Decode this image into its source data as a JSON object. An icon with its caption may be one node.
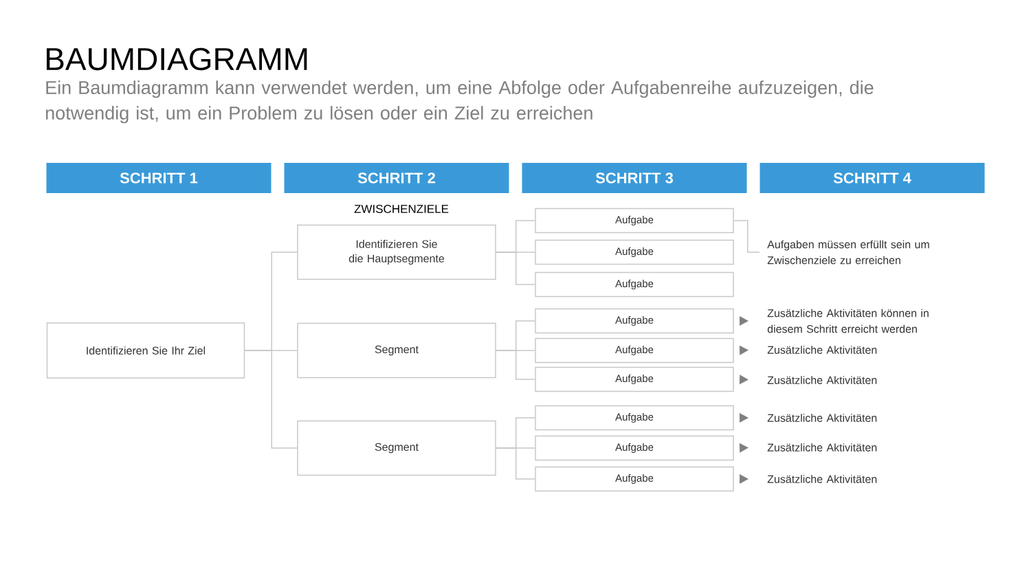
{
  "diagram": {
    "title": "BAUMDIAGRAMM",
    "nodes": [
      {
        "text": [
          "SCHRITT 1"
        ]
      },
      {
        "text": [
          "SCHRITT 2"
        ]
      },
      {
        "text": [
          "SCHRITT 3"
        ]
      },
      {
        "text": [
          "SCHRITT 4"
        ]
      },
      {
        "text": [
          "Identifizieren Sie Ihr Ziel"
        ]
      },
      {
        "text": [
          "Identifizieren Sie die Hauptsegmente"
        ]
      },
      {
        "text": [
          "Segment"
        ]
      },
      {
        "text": [
          "Segment"
        ]
      },
      {
        "text": [
          "Aufgabe"
        ]
      },
      {
        "text": [
          "Aufgabe"
        ]
      },
      {
        "text": [
          "Aufgabe"
        ]
      },
      {
        "text": [
          "Aufgabe"
        ]
      },
      {
        "text": [
          "Aufgabe"
        ]
      },
      {
        "text": [
          "Aufgabe"
        ]
      },
      {
        "text": [
          "Aufgabe"
        ]
      },
      {
        "text": [
          "Aufgabe"
        ]
      },
      {
        "text": [
          "Aufgabe"
        ]
      },
      {
        "text": [
          "Aufgaben müssen erfüllt sein um Zwischenziele zu erreichen"
        ]
      },
      {
        "text": [
          "Zusätzliche Aktivitäten können in diesem Schritt erreicht werden"
        ]
      },
      {
        "text": [
          "Zusätzliche Aktivitäten"
        ]
      },
      {
        "text": [
          "Zusätzliche Aktivitäten"
        ]
      },
      {
        "text": [
          "Zusätzliche Aktivitäten"
        ]
      },
      {
        "text": [
          "Zusätzliche Aktivitäten"
        ]
      },
      {
        "text": [
          "Zusätzliche Aktivitäten"
        ]
      }
    ],
    "edges": [
      {
        "from": 4,
        "to": 5,
        "arrow": "none"
      },
      {
        "from": 4,
        "to": 6,
        "arrow": "none"
      },
      {
        "from": 4,
        "to": 7,
        "arrow": "none"
      },
      {
        "from": 5,
        "to": 8,
        "arrow": "none"
      },
      {
        "from": 5,
        "to": 9,
        "arrow": "none"
      },
      {
        "from": 5,
        "to": 10,
        "arrow": "none"
      },
      {
        "from": 6,
        "to": 11,
        "arrow": "none"
      },
      {
        "from": 6,
        "to": 12,
        "arrow": "none"
      },
      {
        "from": 6,
        "to": 13,
        "arrow": "none"
      },
      {
        "from": 7,
        "to": 14,
        "arrow": "none"
      },
      {
        "from": 7,
        "to": 15,
        "arrow": "none"
      },
      {
        "from": 7,
        "to": 16,
        "arrow": "none"
      },
      {
        "from": 8,
        "to": 17,
        "arrow": "none"
      },
      {
        "from": 11,
        "to": 18,
        "arrow": "to"
      },
      {
        "from": 12,
        "to": 19,
        "arrow": "to"
      },
      {
        "from": 13,
        "to": 20,
        "arrow": "to"
      },
      {
        "from": 14,
        "to": 21,
        "arrow": "to"
      },
      {
        "from": 15,
        "to": 22,
        "arrow": "to"
      },
      {
        "from": 16,
        "to": 23,
        "arrow": "to"
      }
    ],
    "labels": [
      "Ein Baumdiagramm kann verwendet werden, um eine Abfolge oder Aufgabenreihe aufzuzeigen, die notwendig ist, um ein Problem zu lösen oder ein Ziel zu erreichen",
      "ZWISCHENZIELE"
    ]
  }
}
